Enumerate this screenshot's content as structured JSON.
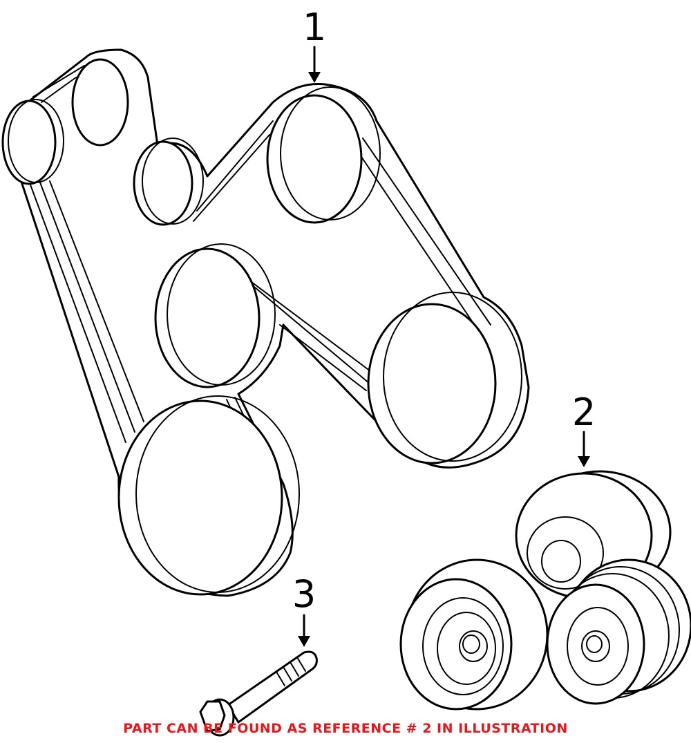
{
  "callouts": [
    {
      "id": "1",
      "label": "1"
    },
    {
      "id": "2",
      "label": "2"
    },
    {
      "id": "3",
      "label": "3"
    }
  ],
  "note": {
    "text": "PART CAN BE FOUND AS REFERENCE # 2 IN ILLUSTRATION",
    "color": "#e8161b"
  },
  "colors": {
    "line": "#000000",
    "background": "#ffffff"
  }
}
